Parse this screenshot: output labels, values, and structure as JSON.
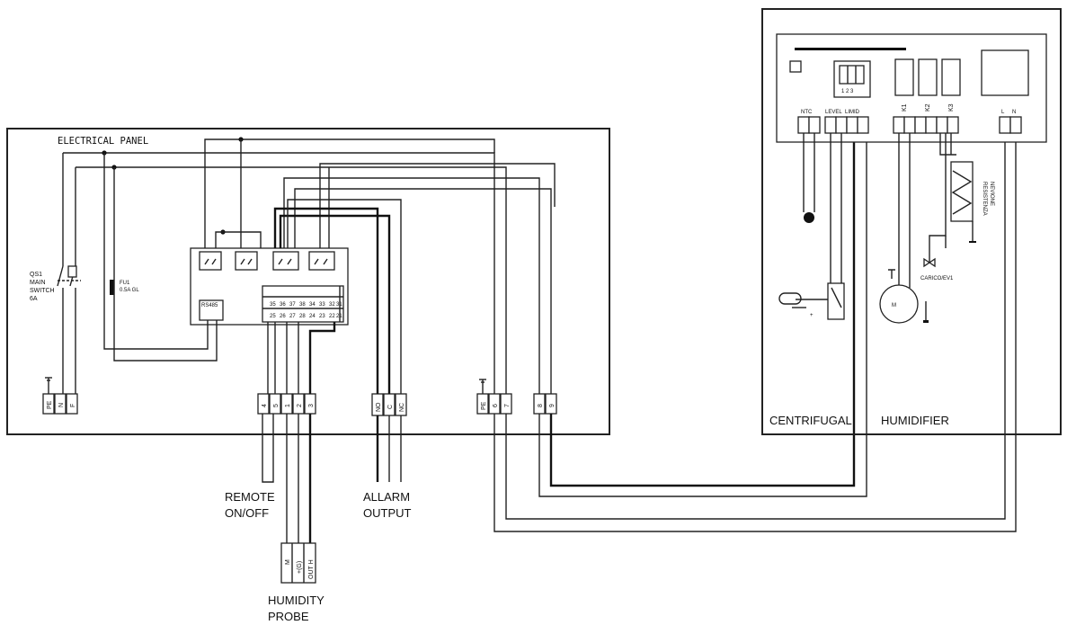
{
  "electrical_panel": {
    "title": "ELECTRICAL PANEL",
    "main_switch": [
      "QS1",
      "MAIN",
      "SWITCH",
      "6A"
    ],
    "fuse": [
      "FU1",
      "0.5A  GL"
    ],
    "power_terminals": [
      "PE",
      "N",
      "F"
    ],
    "input_terminals": [
      "4",
      "5",
      "1",
      "2",
      "3"
    ],
    "alarm_terminals": [
      "NO",
      "C",
      "NC"
    ],
    "fan_terminals": [
      "PE",
      "6",
      "7"
    ],
    "humidifier_terminals": [
      "8",
      "9"
    ],
    "controller_label": "RS485",
    "relay_block_rows": [
      [
        "35",
        "36",
        "37",
        "38",
        "34",
        "33",
        "32",
        "31"
      ],
      [
        "25",
        "26",
        "27",
        "28",
        "24",
        "23",
        "22",
        "21"
      ]
    ]
  },
  "external_labels": {
    "remote": [
      "REMOTE",
      "ON/OFF"
    ],
    "alarm": [
      "ALLARM",
      "OUTPUT"
    ],
    "probe": [
      "HUMIDITY",
      "PROBE"
    ],
    "probe_terminals": [
      "M",
      "+(G)",
      "OUT H"
    ]
  },
  "humidifier_box": {
    "board_labels": [
      "NTC",
      "LEVEL",
      "LIMID"
    ],
    "dip_label": "1 2 3",
    "relays": [
      "K1",
      "K2",
      "K3"
    ],
    "power_terminals": [
      "L",
      "N"
    ],
    "resistor_label": [
      "RESISTENZA",
      "NEVIONE"
    ],
    "valve_label": "CARICO/EV1",
    "fan_label": "CENTRIFUGAL",
    "device_label": "HUMIDIFIER"
  }
}
